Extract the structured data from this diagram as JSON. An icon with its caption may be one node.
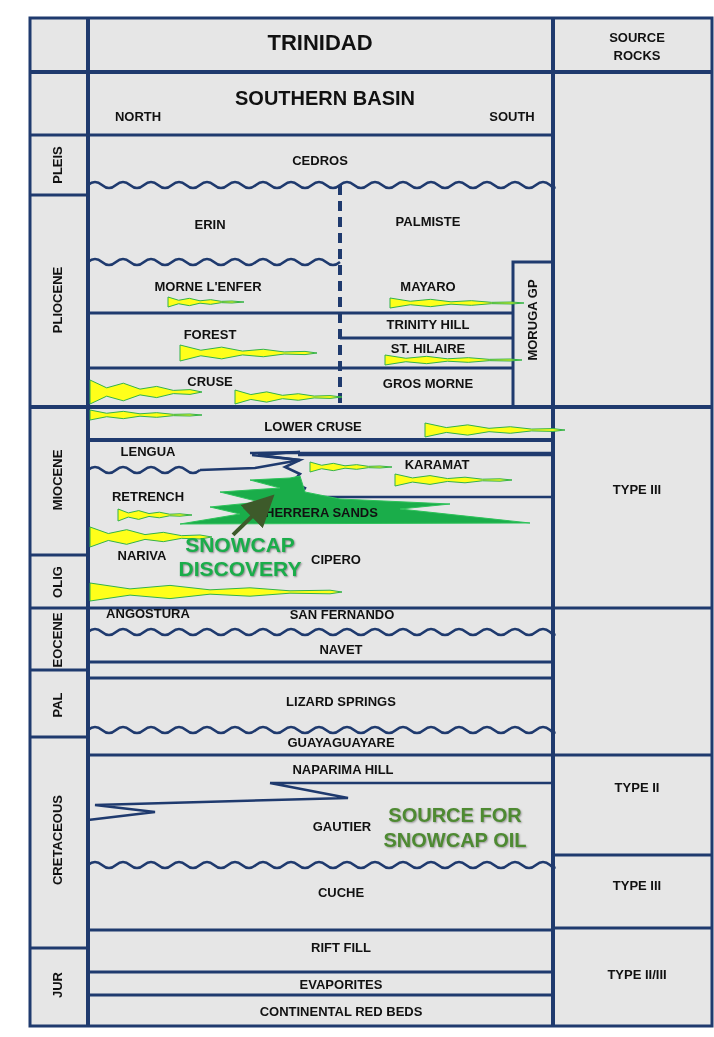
{
  "diagram": {
    "title": "TRINIDAD",
    "nodes": [
      {
        "text": [
          "SNOWCAP DISCOVERY"
        ]
      },
      {
        "text": [
          "HERRERA SANDS"
        ]
      }
    ],
    "edges": [
      {
        "from": 0,
        "to": 1,
        "arrow": "to"
      }
    ],
    "labels": [
      "SOURCE ROCKS",
      "SOUTHERN BASIN",
      "NORTH",
      "SOUTH",
      "PLEIS",
      "CEDROS",
      "ERIN",
      "PALMISTE",
      "PLIOCENE",
      "MORNE L'ENFER",
      "MAYARO",
      "MORUGA GP",
      "TRINITY HILL",
      "FOREST",
      "ST. HILAIRE",
      "CRUSE",
      "GROS MORNE",
      "LOWER CRUSE",
      "MIOCENE",
      "LENGUA",
      "KARAMAT",
      "TYPE III",
      "RETRENCH",
      "NARIVA",
      "CIPERO",
      "OLIG",
      "ANGOSTURA",
      "SAN FERNANDO",
      "EOCENE",
      "NAVET",
      "PAL",
      "LIZARD SPRINGS",
      "GUAYAGUAYARE",
      "NAPARIMA HILL",
      "TYPE II",
      "CRETACEOUS",
      "GAUTIER",
      "SOURCE FOR SNOWCAP OIL",
      "TYPE III",
      "CUCHE",
      "RIFT FILL",
      "JUR",
      "TYPE II/III",
      "EVAPORITES",
      "CONTINENTAL RED BEDS"
    ]
  }
}
